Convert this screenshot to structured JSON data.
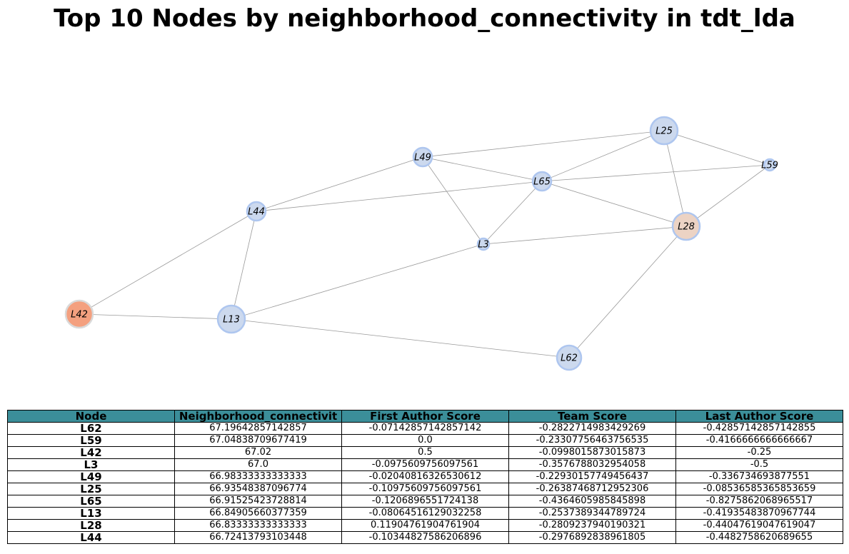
{
  "title": "Top 10 Nodes by neighborhood_connectivity in tdt_lda",
  "colors": {
    "edge": "#999999",
    "node_default_fill": "#ccd9ee",
    "node_default_stroke": "#aec6ef",
    "node_highlight_fill": "#f4a07f",
    "node_highlight_stroke": "#d9d9d9",
    "node_mid_fill": "#ecd3c4",
    "table_header_bg": "#3b8e99"
  },
  "graph": {
    "nodes": [
      {
        "id": "L25",
        "label": "L25",
        "fill": "default",
        "size": "large"
      },
      {
        "id": "L49",
        "label": "L49",
        "fill": "default",
        "size": "small"
      },
      {
        "id": "L59",
        "label": "L59",
        "fill": "default",
        "size": "tiny"
      },
      {
        "id": "L65",
        "label": "L65",
        "fill": "default",
        "size": "small"
      },
      {
        "id": "L44",
        "label": "L44",
        "fill": "default",
        "size": "small"
      },
      {
        "id": "L28",
        "label": "L28",
        "fill": "mid",
        "size": "large"
      },
      {
        "id": "L3",
        "label": "L3",
        "fill": "default",
        "size": "tiny"
      },
      {
        "id": "L42",
        "label": "L42",
        "fill": "highlight",
        "size": "large"
      },
      {
        "id": "L13",
        "label": "L13",
        "fill": "default",
        "size": "large"
      },
      {
        "id": "L62",
        "label": "L62",
        "fill": "default",
        "size": "medium"
      }
    ],
    "edges": [
      [
        "L49",
        "L25"
      ],
      [
        "L25",
        "L59"
      ],
      [
        "L25",
        "L65"
      ],
      [
        "L25",
        "L28"
      ],
      [
        "L49",
        "L65"
      ],
      [
        "L49",
        "L44"
      ],
      [
        "L49",
        "L3"
      ],
      [
        "L65",
        "L59"
      ],
      [
        "L65",
        "L44"
      ],
      [
        "L65",
        "L28"
      ],
      [
        "L65",
        "L3"
      ],
      [
        "L59",
        "L28"
      ],
      [
        "L44",
        "L42"
      ],
      [
        "L44",
        "L13"
      ],
      [
        "L3",
        "L28"
      ],
      [
        "L3",
        "L13"
      ],
      [
        "L28",
        "L62"
      ],
      [
        "L42",
        "L13"
      ],
      [
        "L13",
        "L62"
      ]
    ]
  },
  "table": {
    "headers": [
      "Node",
      "Neighborhood_connectivit",
      "First Author Score",
      "Team Score",
      "Last Author Score"
    ],
    "rows": [
      [
        "L62",
        "67.19642857142857",
        "-0.07142857142857142",
        "-0.2822714983429269",
        "-0.42857142857142855"
      ],
      [
        "L59",
        "67.04838709677419",
        "0.0",
        "-0.23307756463756535",
        "-0.4166666666666667"
      ],
      [
        "L42",
        "67.02",
        "0.5",
        "-0.0998015873015873",
        "-0.25"
      ],
      [
        "L3",
        "67.0",
        "-0.0975609756097561",
        "-0.3576788032954058",
        "-0.5"
      ],
      [
        "L49",
        "66.98333333333333",
        "-0.02040816326530612",
        "-0.22930157749456437",
        "-0.336734693877551"
      ],
      [
        "L25",
        "66.93548387096774",
        "-0.10975609756097561",
        "-0.26387468712952306",
        "-0.08536585365853659"
      ],
      [
        "L65",
        "66.91525423728814",
        "-0.1206896551724138",
        "-0.4364605985845898",
        "-0.8275862068965517"
      ],
      [
        "L13",
        "66.84905660377359",
        "-0.08064516129032258",
        "-0.2537389344789724",
        "-0.41935483870967744"
      ],
      [
        "L28",
        "66.83333333333333",
        "0.11904761904761904",
        "-0.2809237940190321",
        "-0.44047619047619047"
      ],
      [
        "L44",
        "66.72413793103448",
        "-0.10344827586206896",
        "-0.2976892838961805",
        "-0.4482758620689655"
      ]
    ]
  }
}
